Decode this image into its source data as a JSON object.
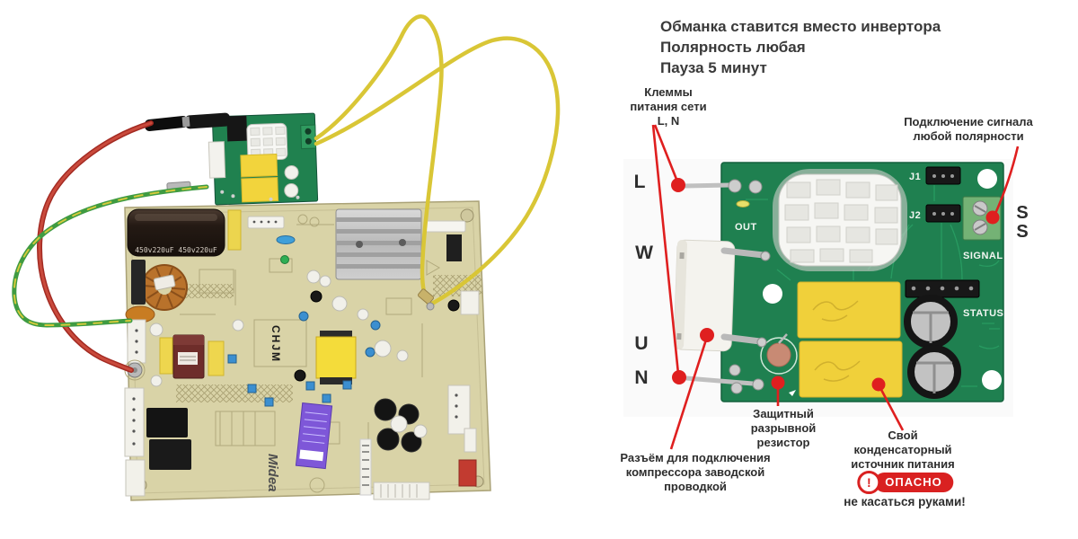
{
  "diagram": {
    "title": {
      "line1": "Обманка ставится вместо инвертора",
      "line2": "Полярность любая",
      "line3": "Пауза 5 минут"
    },
    "labels": {
      "klemmy": [
        "Клеммы",
        "питания сети",
        "L, N"
      ],
      "signal_conn": [
        "Подключение сигнала",
        "любой полярности"
      ],
      "resistor": [
        "Защитный",
        "разрывной",
        "резистор"
      ],
      "connector": [
        "Разъём для подключения",
        "компрессора заводской",
        "проводкой"
      ],
      "psu": [
        "Свой",
        "конденсаторный",
        "источник питания"
      ],
      "danger": "ОПАСНО",
      "danger_mark": "!",
      "no_touch": "не касаться руками!"
    },
    "terminals": {
      "l": "L",
      "w": "W",
      "u": "U",
      "n": "N",
      "s1": "S",
      "s2": "S"
    },
    "board_silk": {
      "out": "OUT",
      "j1": "J1",
      "j2": "J2",
      "signal": "SIGNAL",
      "status": "STATUS"
    },
    "colors": {
      "accent_red": "#df1f1f",
      "pcb_green": "#1f8050",
      "pcb_beige": "#d9d3a7",
      "cap_yellow": "#f2d23a"
    }
  },
  "left_photo": {
    "cap_label": "450v220uF 450v220uF",
    "ic_label": "CHJM",
    "brand": "Midea"
  }
}
